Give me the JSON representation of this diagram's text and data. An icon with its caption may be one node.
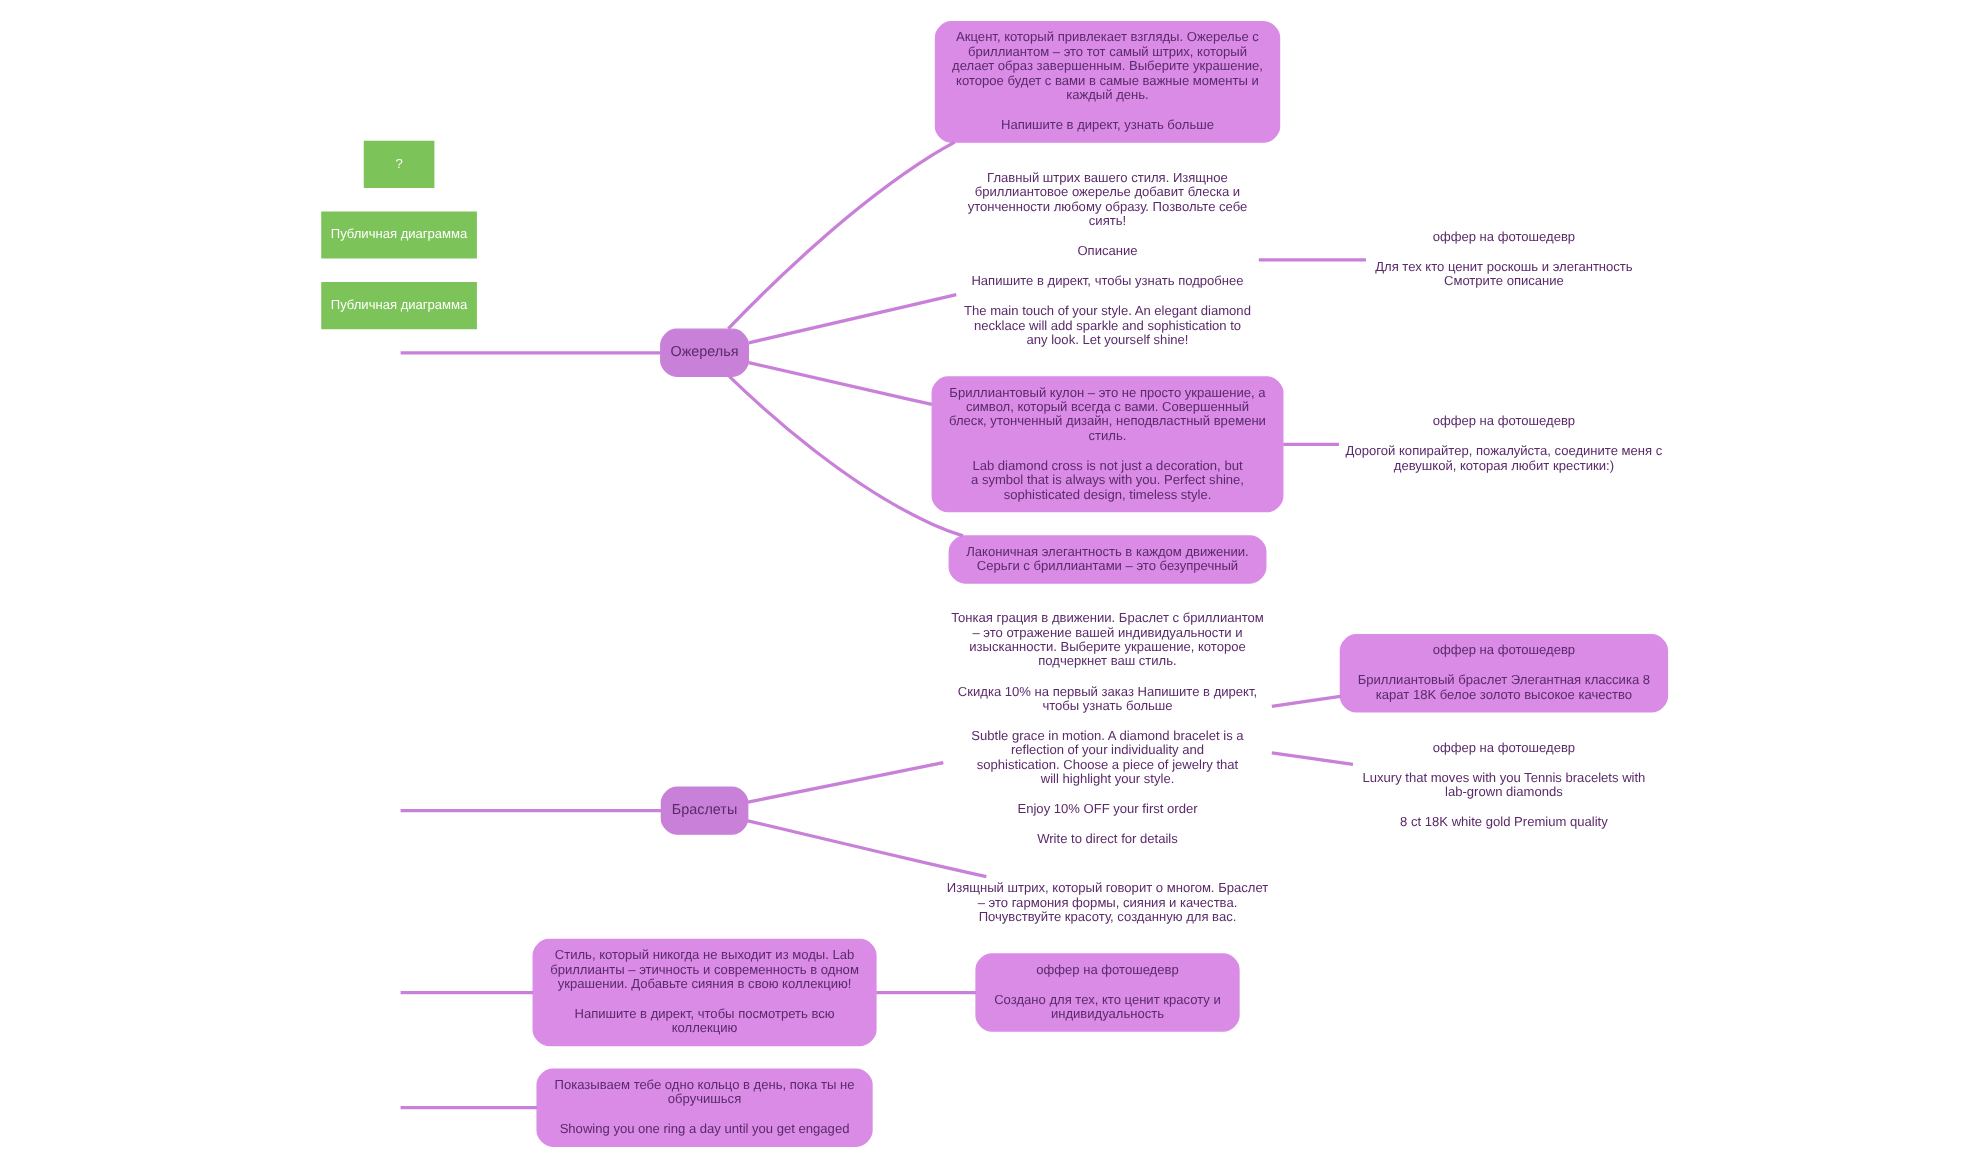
{
  "diagram": {
    "nodes": [
      {
        "text": [
          "Показываем тебе одно кольцо в день, пока ты не обручишься",
          "Showing you one ring a day until you get engaged"
        ]
      },
      {
        "text": [
          "Стиль, который никогда не выходит из моды. Lab бриллианты – этичность и современность в одном украшении. Добавьте сияния в свою коллекцию!",
          "Напишите в директ, чтобы посмотреть всю коллекцию"
        ]
      },
      {
        "text": [
          "оффер на фотошедевр",
          "Создано для тех, кто ценит красоту и индивидуальность"
        ]
      },
      {
        "text": [
          "Браслеты"
        ]
      },
      {
        "text": [
          "Тонкая грация в движении. Браслет с бриллиантом – это отражение вашей индивидуальности и изысканности. Выберите украшение, которое подчеркнет ваш стиль.",
          "Скидка 10% на первый заказ Напишите в директ, чтобы узнать больше",
          "Subtle grace in motion. A diamond bracelet is a reflection of your individuality and sophistication. Choose a piece of jewelry that will highlight your style.",
          "Enjoy 10% OFF your first order",
          "Write to direct for details"
        ]
      },
      {
        "text": [
          "оффер на фотошедевр",
          "Бриллиантовый браслет Элегантная классика 8 карат 18K белое золото высокое качество"
        ]
      },
      {
        "text": [
          "оффер на фотошедевр",
          "Luxury that moves with you Tennis bracelets with lab-grown diamonds",
          "8 ct 18K white gold Premium quality"
        ]
      },
      {
        "text": [
          "Изящный штрих, который говорит о многом. Браслет – это гармония формы, сияния и качества. Почувствуйте красоту, созданную для вас."
        ]
      },
      {
        "text": [
          "Ожерелья"
        ]
      },
      {
        "text": [
          "Акцент, который привлекает взгляды. Ожерелье с бриллиантом – это тот самый штрих, который делает образ завершенным. Выберите украшение, которое будет с вами в самые важные моменты и каждый день.",
          "Напишите в директ, узнать больше"
        ]
      },
      {
        "text": [
          "Главный штрих вашего стиля. Изящное бриллиантовое ожерелье добавит блеска и утонченности любому образу. Позвольте себе сиять!",
          "Описание",
          "Напишите в директ, чтобы узнать подробнее",
          "The main touch of your style. An elegant diamond necklace will add sparkle and sophistication to any look. Let yourself shine!"
        ]
      },
      {
        "text": [
          "оффер на фотошедевр",
          "Для тех кто ценит роскошь и элегантность Смотрите описание"
        ]
      },
      {
        "text": [
          "Бриллиантовый кулон – это не просто украшение, а символ, который всегда с вами. Совершенный блеск, утонченный дизайн, неподвластный времени стиль.",
          "Lab diamond cross is not just a decoration, but a symbol that is always with you. Perfect shine, sophisticated design, timeless style."
        ]
      },
      {
        "text": [
          "оффер на фотошедевр",
          "Дорогой копирайтер, пожалуйста, соедините меня с девушкой, которая любит крестики:)"
        ]
      },
      {
        "text": [
          "Лаконичная элегантность в каждом движении. Серьги с бриллиантами – это безупречный"
        ]
      }
    ],
    "edges": [
      {
        "from": null,
        "to": 0,
        "arrow": "none"
      },
      {
        "from": null,
        "to": 1,
        "arrow": "none"
      },
      {
        "from": 1,
        "to": 2,
        "arrow": "none"
      },
      {
        "from": null,
        "to": 3,
        "arrow": "none"
      },
      {
        "from": 3,
        "to": 4,
        "arrow": "none"
      },
      {
        "from": 3,
        "to": 7,
        "arrow": "none"
      },
      {
        "from": 4,
        "to": 5,
        "arrow": "none"
      },
      {
        "from": 4,
        "to": 6,
        "arrow": "none"
      },
      {
        "from": null,
        "to": 8,
        "arrow": "none"
      },
      {
        "from": 8,
        "to": 9,
        "arrow": "none"
      },
      {
        "from": 8,
        "to": 10,
        "arrow": "none"
      },
      {
        "from": 8,
        "to": 12,
        "arrow": "none"
      },
      {
        "from": 8,
        "to": 14,
        "arrow": "none"
      },
      {
        "from": 10,
        "to": 11,
        "arrow": "none"
      },
      {
        "from": 12,
        "to": 13,
        "arrow": "none"
      }
    ],
    "labels": [
      "Публичная диаграмма",
      "Публичная диаграмма",
      "?"
    ]
  }
}
